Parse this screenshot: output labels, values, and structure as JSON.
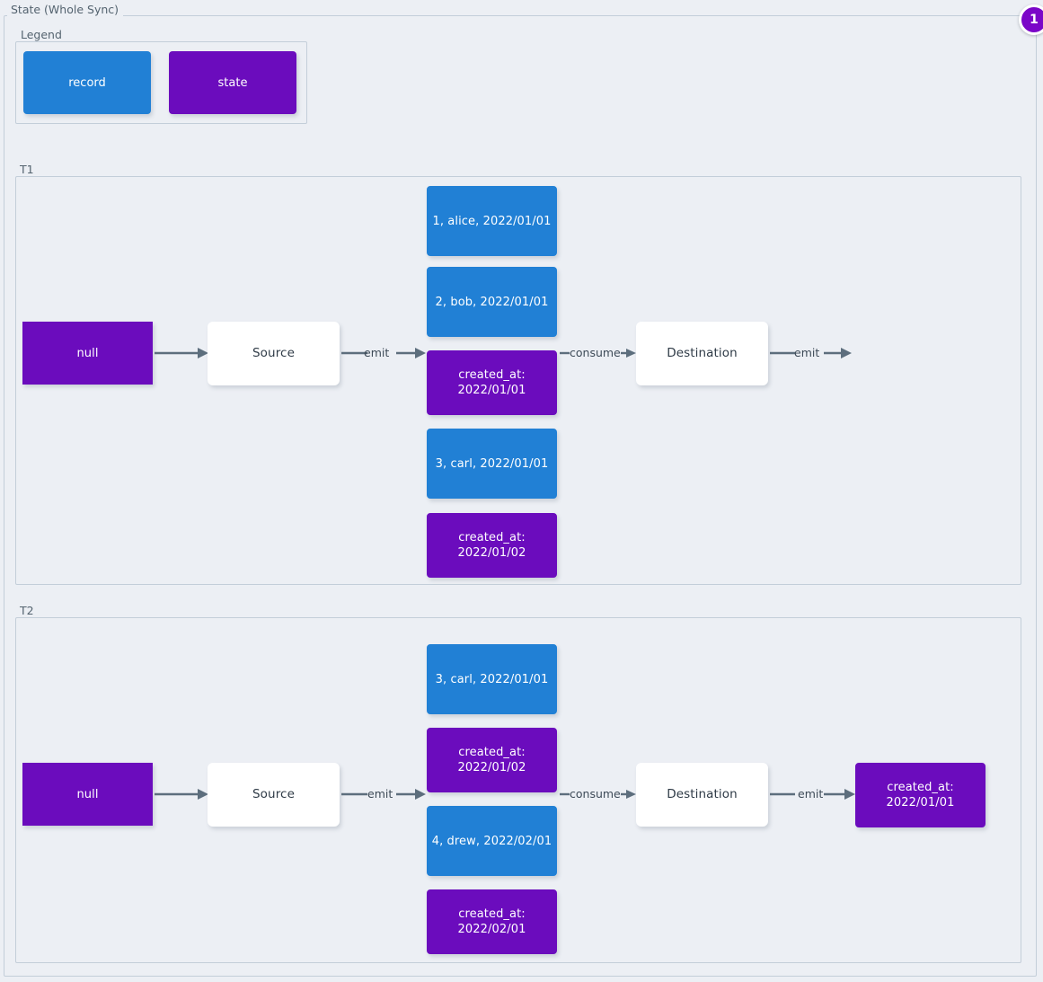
{
  "diagram": {
    "title": "State (Whole Sync)",
    "badge": "1",
    "colors": {
      "record": "#2180d5",
      "state": "#6b0cbd",
      "background": "#eceff4",
      "frame_border": "#c3ced9",
      "edge": "#5d6e7d",
      "label_text": "#54636f"
    }
  },
  "legend": {
    "label": "Legend",
    "items": [
      {
        "label": "record",
        "kind": "record"
      },
      {
        "label": "state",
        "kind": "state"
      }
    ]
  },
  "groups": [
    {
      "label": "T1",
      "nodes": {
        "initial_state": "null",
        "source": "Source",
        "destination": "Destination",
        "final_state": ""
      },
      "stream": [
        {
          "text": "1, alice, 2022/01/01",
          "kind": "record"
        },
        {
          "text": "2, bob, 2022/01/01",
          "kind": "record"
        },
        {
          "text": "created_at:\n2022/01/01",
          "kind": "state"
        },
        {
          "text": "3, carl, 2022/01/01",
          "kind": "record"
        },
        {
          "text": "created_at:\n2022/01/02",
          "kind": "state"
        }
      ],
      "edges": [
        {
          "label": ""
        },
        {
          "label": "emit"
        },
        {
          "label": "consume"
        },
        {
          "label": "emit"
        }
      ]
    },
    {
      "label": "T2",
      "nodes": {
        "initial_state": "null",
        "source": "Source",
        "destination": "Destination",
        "final_state": "created_at:\n2022/01/01"
      },
      "stream": [
        {
          "text": "3, carl, 2022/01/01",
          "kind": "record"
        },
        {
          "text": "created_at:\n2022/01/02",
          "kind": "state"
        },
        {
          "text": "4, drew, 2022/02/01",
          "kind": "record"
        },
        {
          "text": "created_at:\n2022/02/01",
          "kind": "state"
        }
      ],
      "edges": [
        {
          "label": ""
        },
        {
          "label": "emit"
        },
        {
          "label": "consume"
        },
        {
          "label": "emit"
        }
      ]
    }
  ]
}
